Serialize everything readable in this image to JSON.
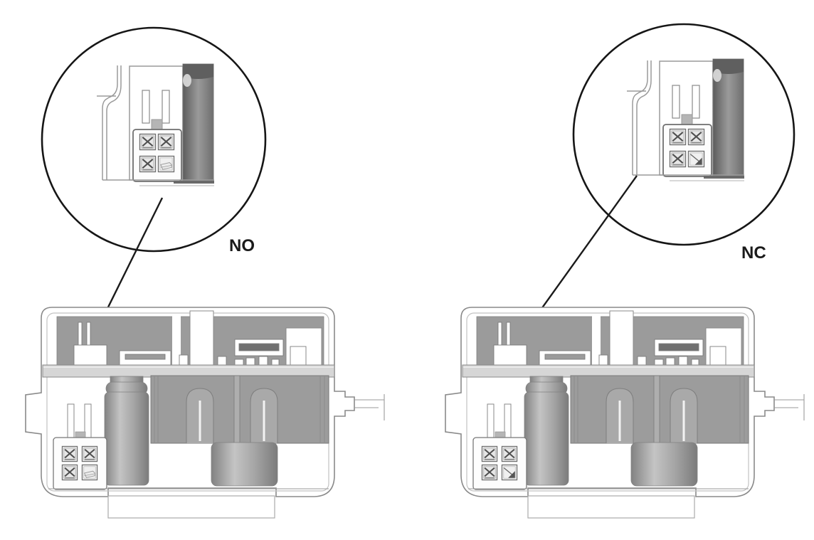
{
  "figure": {
    "callouts": [
      {
        "id": "no",
        "label": "NO"
      },
      {
        "id": "nc",
        "label": "NC"
      }
    ],
    "colors": {
      "line_black": "#1a1a1a",
      "outline_gray": "#8a8a8a",
      "panel_gray": "#9b9b9b",
      "pcb_gray": "#d6d6d6",
      "metal_light": "#c4c4c4",
      "metal_dark": "#5f5f5f",
      "background": "#ffffff"
    }
  }
}
